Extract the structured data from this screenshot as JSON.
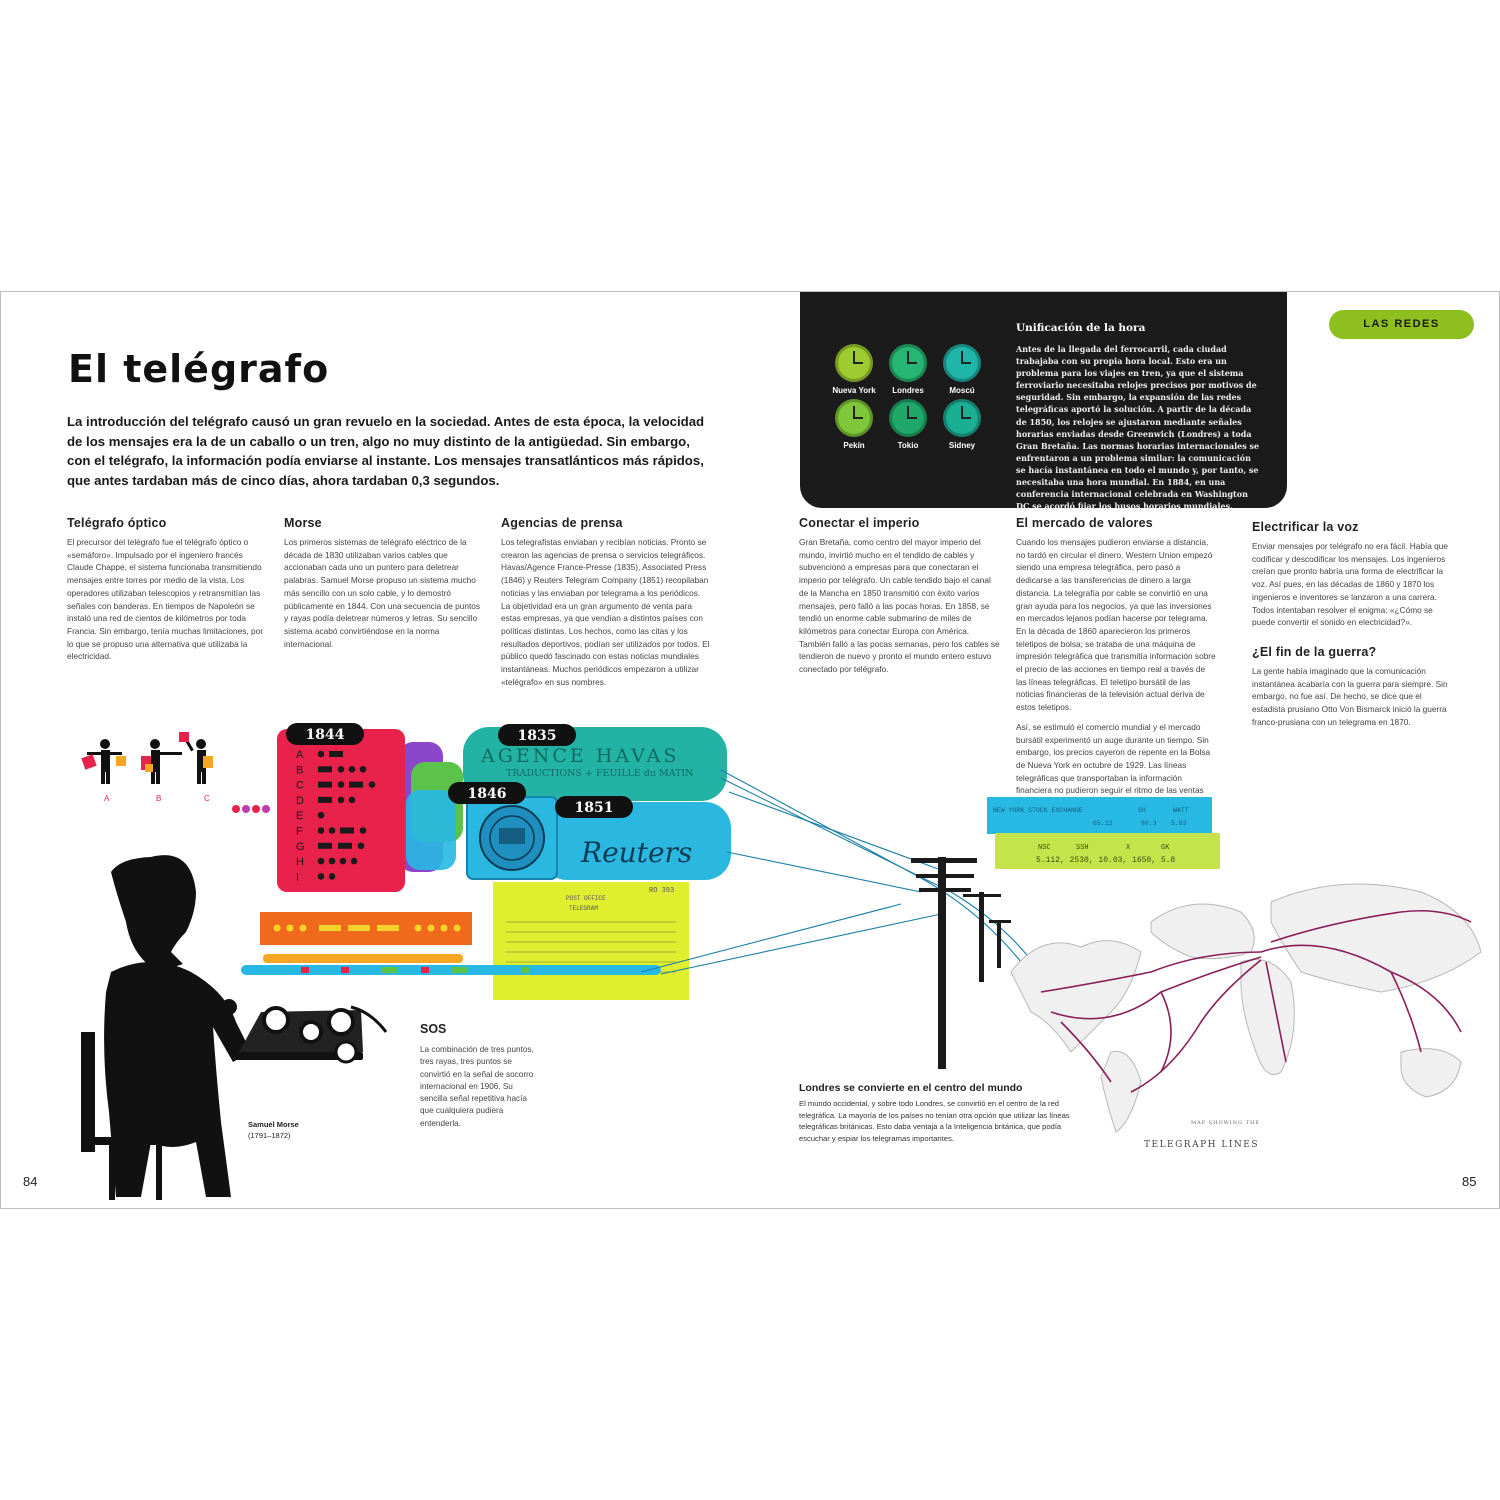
{
  "page": {
    "title": "El telégrafo",
    "intro": "La introducción del telégrafo causó un gran revuelo en la sociedad. Antes de esta época, la velocidad de los mensajes era la de un caballo o un tren, algo no muy distinto de la antigüedad. Sin embargo, con el telégrafo, la información podía enviarse al instante. Los mensajes transatlánticos más rápidos, que antes tardaban más de cinco días, ahora tardaban 0,3 segundos.",
    "section_tag": "LAS REDES",
    "page_left": "84",
    "page_right": "85"
  },
  "columns": {
    "optico": {
      "heading": "Telégrafo óptico",
      "text": "El precursor del telégrafo fue el telégrafo óptico o «semáforo». Impulsado por el ingeniero francés Claude Chappe, el sistema funcionaba transmitiendo mensajes entre torres por medio de la vista. Los operadores utilizaban telescopios y retransmitían las señales con banderas. En tiempos de Napoleón se instaló una red de cientos de kilómetros por toda Francia. Sin embargo, tenía muchas limitaciones, por lo que se propuso una alternativa que utilizaba la electricidad."
    },
    "morse": {
      "heading": "Morse",
      "text": "Los primeros sistemas de telégrafo eléctrico de la década de 1830 utilizaban varios cables que accionaban cada uno un puntero para deletrear palabras. Samuel Morse propuso un sistema mucho más sencillo con un solo cable, y lo demostró públicamente en 1844. Con una secuencia de puntos y rayas podía deletrear números y letras. Su sencillo sistema acabó convirtiéndose en la norma internacional."
    },
    "agencias": {
      "heading": "Agencias de prensa",
      "text": "Los telegrafistas enviaban y recibían noticias. Pronto se crearon las agencias de prensa o servicios telegráficos. Havas/Agence France-Presse (1835), Associated Press (1846) y Reuters Telegram Company (1851) recopilaban noticias y las enviaban por telegrama a los periódicos. La objetividad era un gran argumento de venta para estas empresas, ya que vendían a distintos países con políticas distintas. Los hechos, como las citas y los resultados deportivos, podían ser utilizados por todos. El público quedó fascinado con estas noticias mundiales instantáneas. Muchos periódicos empezaron a utilizar «telégrafo» en sus nombres."
    },
    "imperio": {
      "heading": "Conectar el imperio",
      "text": "Gran Bretaña, como centro del mayor imperio del mundo, invirtió mucho en el tendido de cables y subvencionó a empresas para que conectaran el imperio por telégrafo. Un cable tendido bajo el canal de la Mancha en 1850 transmitió con éxito varios mensajes, pero falló a las pocas horas. En 1858, se tendió un enorme cable submarino de miles de kilómetros para conectar Europa con América. También falló a las pocas semanas, pero los cables se tendieron de nuevo y pronto el mundo entero estuvo conectado por telégrafo."
    },
    "mercado": {
      "heading": "El mercado de valores",
      "text1": "Cuando los mensajes pudieron enviarse a distancia, no tardó en circular el dinero. Western Union empezó siendo una empresa telegráfica, pero pasó a dedicarse a las transferencias de dinero a larga distancia. La telegrafía por cable se convirtió en una gran ayuda para los negocios, ya que las inversiones en mercados lejanos podían hacerse por telegrama. En la década de 1860 aparecieron los primeros teletipos de bolsa; se trataba de una máquina de impresión telegráfica que transmitía información sobre el precio de las acciones en tiempo real a través de las líneas telegráficas. El teletipo bursátil de las noticias financieras de la televisión actual deriva de estos teletipos.",
      "text2": "Así, se estimuló el comercio mundial y el mercado bursátil experimentó un auge durante un tiempo. Sin embargo, los precios cayeron de repente en la Bolsa de Nueva York en octubre de 1929. Las líneas telegráficas que transportaban la información financiera no pudieron seguir el ritmo de las ventas frenéticas."
    },
    "voz": {
      "heading": "Electrificar la voz",
      "text": "Enviar mensajes por telégrafo no era fácil. Había que codificar y descodificar los mensajes. Los ingenieros creían que pronto habría una forma de electrificar la voz. Así pues, en las décadas de 1860 y 1870 los ingenieros e inventores se lanzaron a una carrera. Todos intentaban resolver el enigma: «¿Cómo se puede convertir el sonido en electricidad?»."
    },
    "guerra": {
      "heading": "¿El fin de la guerra?",
      "text": "La gente había imaginado que la comunicación instantánea acabaría con la guerra para siempre. Sin embargo, no fue así. De hecho, se dice que el estadista prusiano Otto Von Bismarck inició la guerra franco-prusiana con un telegrama en 1870."
    }
  },
  "hora": {
    "heading": "Unificación de la hora",
    "text": "Antes de la llegada del ferrocarril, cada ciudad trabajaba con su propia hora local. Esto era un problema para los viajes en tren, ya que el sistema ferroviario necesitaba relojes precisos por motivos de seguridad. Sin embargo, la expansión de las redes telegráficas aportó la solución. A partir de la década de 1850, los relojes se ajustaron mediante señales horarias enviadas desde Greenwich (Londres) a toda Gran Bretaña. Las normas horarias internacionales se enfrentaron a un problema similar: la comunicación se hacía instantánea en todo el mundo y, por tanto, se necesitaba una hora mundial. En 1884, en una conferencia internacional celebrada en Washington DC se acordó fijar los husos horarios mundiales.",
    "clocks": [
      {
        "city": "Nueva York",
        "color": "#9ccc2f"
      },
      {
        "city": "Londres",
        "color": "#27b573"
      },
      {
        "city": "Moscú",
        "color": "#1fb5a9"
      },
      {
        "city": "Pekín",
        "color": "#7fc73a"
      },
      {
        "city": "Tokio",
        "color": "#1fa86a"
      },
      {
        "city": "Sidney",
        "color": "#1aae92"
      }
    ]
  },
  "illustration": {
    "flags": [
      "A",
      "B",
      "C"
    ],
    "years": [
      "1844",
      "1835",
      "1846",
      "1851"
    ],
    "morse_letters": [
      "A",
      "B",
      "C",
      "D",
      "E",
      "F",
      "G",
      "H",
      "I"
    ],
    "havas_line1": "AGENCE HAVAS",
    "havas_line2": "TRADUCTIONS + FEUILLE du MATIN",
    "reuters": "Reuters",
    "telegram_header1": "POST OFFICE",
    "telegram_header2": "TELEGRAM",
    "telegram_code": "RO 393",
    "ticker1": "NEW YORK STOCK EXCHANGE",
    "ticker1_codes": [
      "SH",
      "WATT"
    ],
    "ticker1_values": [
      "65.12",
      "80.3",
      "5.03"
    ],
    "ticker2_codes": [
      "NSC",
      "SSH",
      "X",
      "GK"
    ],
    "ticker2_values": "5.112, 2530, 10.03, 1650, 5.8",
    "map_caption_small": "MAP SHOWING THE",
    "map_caption": "TELEGRAPH LINES"
  },
  "captions": {
    "samuel_name": "Samuel Morse",
    "samuel_dates": "(1791–1872)",
    "sos_heading": "SOS",
    "sos_text": "La combinación de tres puntos, tres rayas, tres puntos se convirtió en la señal de socorro internacional en 1906. Su sencilla señal repetitiva hacía que cualquiera pudiera entenderla.",
    "londres_heading": "Londres se convierte en el centro del mundo",
    "londres_text": "El mundo occidental, y sobre todo Londres, se convirtió en el centro de la red telegráfica. La mayoría de los países no tenían otra opción que utilizar las líneas telegráficas británicas. Esto daba ventaja a la Inteligencia británica, que podía escuchar y espiar los telegramas importantes."
  },
  "colors": {
    "tag_green": "#8dbf1e",
    "panel_black": "#1b1b1b",
    "morse_red": "#e8224a",
    "havas_teal": "#22b3a5",
    "reuters_cyan": "#2bb8e0",
    "telegram_yellow": "#dfee2e",
    "ticker_blue": "#27b8e4",
    "ticker_green": "#c5e34a",
    "map_lines": "#8a1d5a"
  }
}
